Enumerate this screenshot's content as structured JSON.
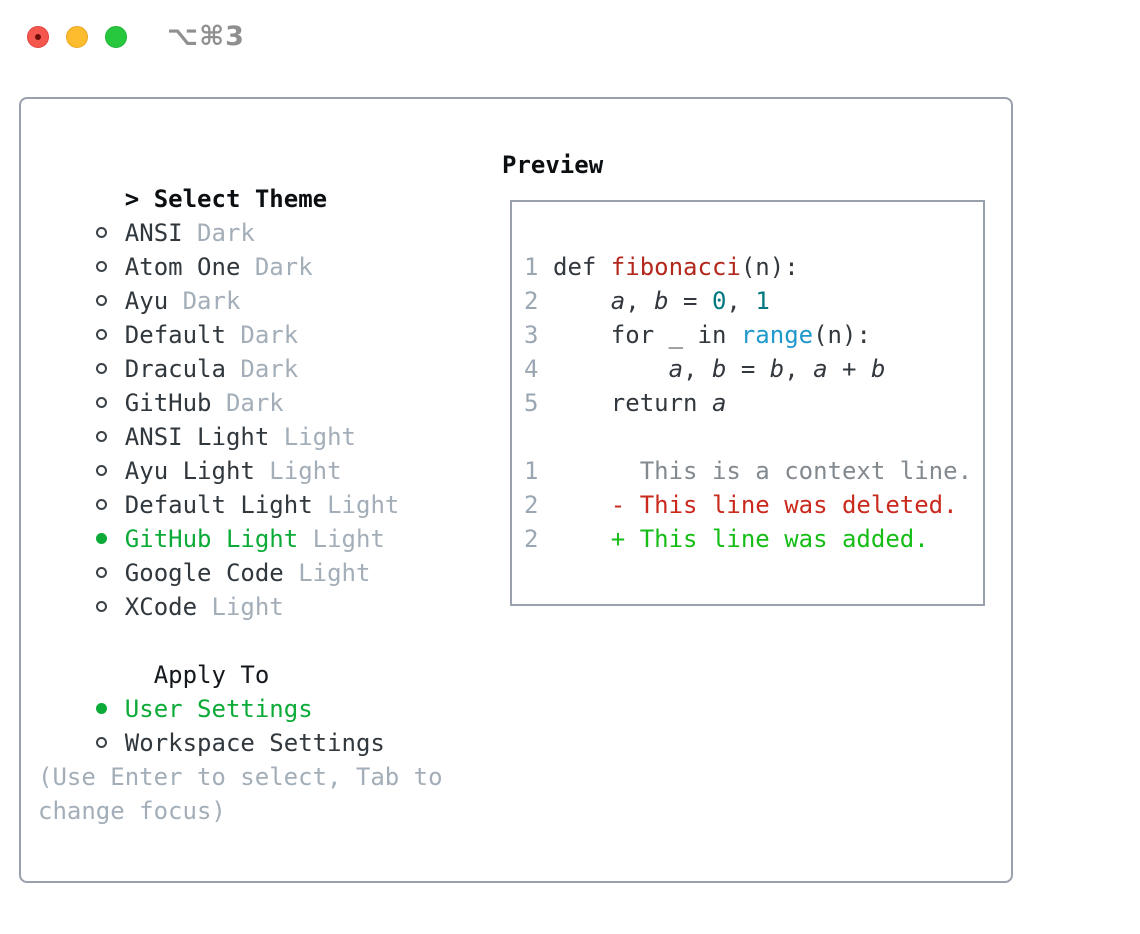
{
  "titlebar": {
    "shortcut": "⌥⌘3"
  },
  "theme_panel": {
    "title_prefix": ">",
    "title": "Select Theme",
    "themes": [
      {
        "name": "ANSI",
        "tag": "Dark",
        "selected": false
      },
      {
        "name": "Atom One",
        "tag": "Dark",
        "selected": false
      },
      {
        "name": "Ayu",
        "tag": "Dark",
        "selected": false
      },
      {
        "name": "Default",
        "tag": "Dark",
        "selected": false
      },
      {
        "name": "Dracula",
        "tag": "Dark",
        "selected": false
      },
      {
        "name": "GitHub",
        "tag": "Dark",
        "selected": false
      },
      {
        "name": "ANSI Light",
        "tag": "Light",
        "selected": false
      },
      {
        "name": "Ayu Light",
        "tag": "Light",
        "selected": false
      },
      {
        "name": "Default Light",
        "tag": "Light",
        "selected": false
      },
      {
        "name": "GitHub Light",
        "tag": "Light",
        "selected": true
      },
      {
        "name": "Google Code",
        "tag": "Light",
        "selected": false
      },
      {
        "name": "XCode",
        "tag": "Light",
        "selected": false
      }
    ],
    "apply_to": {
      "title": "Apply To",
      "options": [
        {
          "name": "User Settings",
          "selected": true
        },
        {
          "name": "Workspace Settings",
          "selected": false
        }
      ]
    },
    "hint_line1": "(Use Enter to select, Tab to",
    "hint_line2": "change focus)"
  },
  "preview": {
    "title": "Preview",
    "code_lines": [
      {
        "num": "1",
        "segments": [
          {
            "t": "def ",
            "c": "code"
          },
          {
            "t": "fibonacci",
            "c": "func"
          },
          {
            "t": "(n):",
            "c": "code"
          }
        ]
      },
      {
        "num": "2",
        "segments": [
          {
            "t": "    ",
            "c": "code"
          },
          {
            "t": "a",
            "c": "var"
          },
          {
            "t": ", ",
            "c": "code"
          },
          {
            "t": "b",
            "c": "var"
          },
          {
            "t": " = ",
            "c": "code"
          },
          {
            "t": "0",
            "c": "num"
          },
          {
            "t": ", ",
            "c": "code"
          },
          {
            "t": "1",
            "c": "num"
          }
        ]
      },
      {
        "num": "3",
        "segments": [
          {
            "t": "    for _ in ",
            "c": "code"
          },
          {
            "t": "range",
            "c": "builtin"
          },
          {
            "t": "(n):",
            "c": "code"
          }
        ]
      },
      {
        "num": "4",
        "segments": [
          {
            "t": "        ",
            "c": "code"
          },
          {
            "t": "a",
            "c": "var"
          },
          {
            "t": ", ",
            "c": "code"
          },
          {
            "t": "b",
            "c": "var"
          },
          {
            "t": " = ",
            "c": "code"
          },
          {
            "t": "b",
            "c": "var"
          },
          {
            "t": ", ",
            "c": "code"
          },
          {
            "t": "a",
            "c": "var"
          },
          {
            "t": " + ",
            "c": "code"
          },
          {
            "t": "b",
            "c": "var"
          }
        ]
      },
      {
        "num": "5",
        "segments": [
          {
            "t": "    return ",
            "c": "code"
          },
          {
            "t": "a",
            "c": "var"
          }
        ]
      }
    ],
    "diff_lines": [
      {
        "num": "1",
        "marker": " ",
        "kind": "context",
        "text": "This is a context line."
      },
      {
        "num": "2",
        "marker": "-",
        "kind": "deleted",
        "text": "This line was deleted."
      },
      {
        "num": "2",
        "marker": "+",
        "kind": "added",
        "text": "This line was added."
      }
    ]
  },
  "colors": {
    "selection_green": "#0cab38",
    "added_green": "#17bd17",
    "deleted_red": "#c92a1d",
    "context_gray": "#82898f",
    "function_red": "#b3281c",
    "builtin_blue": "#1f98cc",
    "number_teal": "#00787f",
    "text_dark": "#30373d",
    "muted_gray": "#a3aeb8",
    "line_number_gray": "#9aa6b2",
    "border_gray": "#98a1ac",
    "traffic_red": "#f5564e",
    "traffic_yellow": "#fdbc2e",
    "traffic_green": "#27c83e",
    "shortcut_gray": "#8f8f8f"
  }
}
